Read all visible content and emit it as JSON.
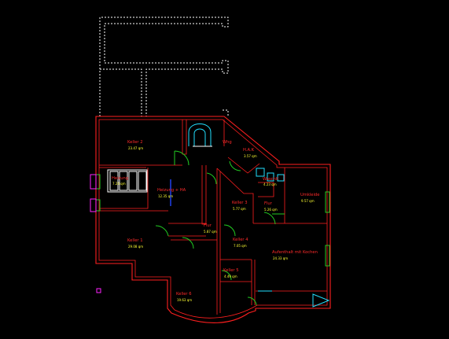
{
  "rooms": [
    {
      "id": "keller-2",
      "name": "Keller 2",
      "area": "23.47 qm"
    },
    {
      "id": "whg",
      "name": "Whg",
      "area": ""
    },
    {
      "id": "hak",
      "name": "H.A.K",
      "area": "3.57 qm"
    },
    {
      "id": "heizung",
      "name": "Heizung",
      "area": "7.24 qm"
    },
    {
      "id": "heizung-hw",
      "name": "Heizung + HA",
      "area": "12.35 qm"
    },
    {
      "id": "waschk",
      "name": "WaschK",
      "area": "4.23 qm"
    },
    {
      "id": "umkleide",
      "name": "Umkleide",
      "area": "9.57 qm"
    },
    {
      "id": "keller-3",
      "name": "Keller 3",
      "area": "5.77 qm"
    },
    {
      "id": "flur-right",
      "name": "Flur",
      "area": "5.26 qm"
    },
    {
      "id": "keller-1",
      "name": "Keller 1",
      "area": "29.08 qm"
    },
    {
      "id": "flur-mid",
      "name": "Flur",
      "area": "5.87 qm"
    },
    {
      "id": "keller-4",
      "name": "Keller 4",
      "area": "7.05 qm"
    },
    {
      "id": "aufenthalt",
      "name": "Aufenthalt mit Kochen",
      "area": "24.33 qm"
    },
    {
      "id": "keller-5",
      "name": "Keller 5",
      "area": "4.49 qm"
    },
    {
      "id": "keller-6",
      "name": "Keller 6",
      "area": "19.63 qm"
    }
  ],
  "colors": {
    "background": "#000000",
    "walls": "#ff1f1f",
    "labels": "#ff2a2a",
    "areas": "#ffff33",
    "doors": "#22cc22",
    "fixtures": "#22e0ff",
    "outline": "#ffffff",
    "markers": "#ff22ff"
  }
}
